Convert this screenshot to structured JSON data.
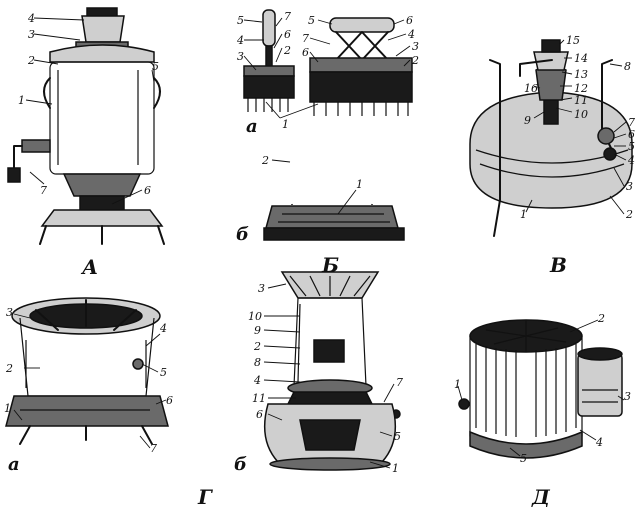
{
  "panels": {
    "A": {
      "title": "А",
      "numbers": [
        "1",
        "2",
        "3",
        "4",
        "5",
        "6",
        "7"
      ]
    },
    "B": {
      "title": "Б",
      "sub_a": "а",
      "sub_b": "б",
      "a_left_numbers": [
        "1",
        "2",
        "3",
        "4",
        "5",
        "6",
        "7"
      ],
      "a_right_numbers": [
        "1",
        "2",
        "3",
        "4",
        "5",
        "6",
        "7"
      ],
      "b_numbers": [
        "1",
        "2"
      ]
    },
    "V": {
      "title": "В",
      "numbers": [
        "1",
        "2",
        "3",
        "4",
        "5",
        "6",
        "7",
        "8",
        "9",
        "10",
        "11",
        "12",
        "13",
        "14",
        "15",
        "16"
      ]
    },
    "G": {
      "title": "Г",
      "sub_a": "а",
      "sub_b": "б",
      "a_numbers": [
        "1",
        "2",
        "3",
        "4",
        "5",
        "6",
        "7"
      ],
      "b_numbers": [
        "1",
        "2",
        "3",
        "4",
        "5",
        "6",
        "7",
        "8",
        "9",
        "10",
        "11"
      ]
    },
    "D": {
      "title": "Д",
      "numbers": [
        "1",
        "2",
        "3",
        "4",
        "5"
      ]
    }
  }
}
